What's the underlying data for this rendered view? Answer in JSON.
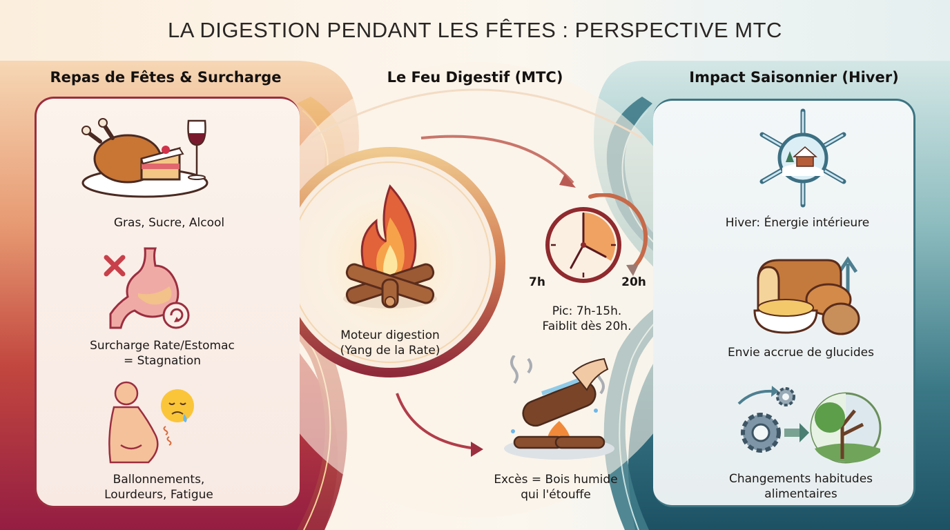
{
  "title": "LA DIGESTION PENDANT LES FÊTES : PERSPECTIVE MTC",
  "colors": {
    "left_accent": "#9b2e3f",
    "left_warm": "#d9643e",
    "center_ring": "#c96a4a",
    "right_accent": "#2f6877",
    "right_dark": "#1d5566"
  },
  "columns": {
    "left": {
      "title": "Repas de Fêtes & Surcharge",
      "items": [
        {
          "icon": "festive-meal-icon",
          "label_line1": "Gras, Sucre, Alcool",
          "label_line2": ""
        },
        {
          "icon": "overloaded-stomach-icon",
          "label_line1": "Surcharge Rate/Estomac",
          "label_line2": "= Stagnation"
        },
        {
          "icon": "bloated-person-icon",
          "label_line1": "Ballonnements,",
          "label_line2": "Lourdeurs, Fatigue"
        }
      ]
    },
    "center": {
      "title": "Le Feu Digestif (MTC)",
      "fire": {
        "icon": "campfire-icon",
        "label_line1": "Moteur digestion",
        "label_line2": "(Yang de la Rate)"
      },
      "clock": {
        "icon": "clock-icon",
        "start_label": "7h",
        "end_label": "20h",
        "label_line1": "Pic: 7h-15h.",
        "label_line2": "Faiblit dès 20h."
      },
      "wet_wood": {
        "icon": "wet-log-fire-icon",
        "label_line1": "Excès = Bois humide",
        "label_line2": "qui l'étouffe"
      }
    },
    "right": {
      "title": "Impact Saisonnier (Hiver)",
      "items": [
        {
          "icon": "snowflake-house-icon",
          "label_line1": "Hiver: Énergie intérieure",
          "label_line2": ""
        },
        {
          "icon": "carbohydrates-icon",
          "label_line1": "Envie accrue de glucides",
          "label_line2": ""
        },
        {
          "icon": "gears-seasons-icon",
          "label_line1": "Changements habitudes",
          "label_line2": "alimentaires"
        }
      ]
    }
  }
}
